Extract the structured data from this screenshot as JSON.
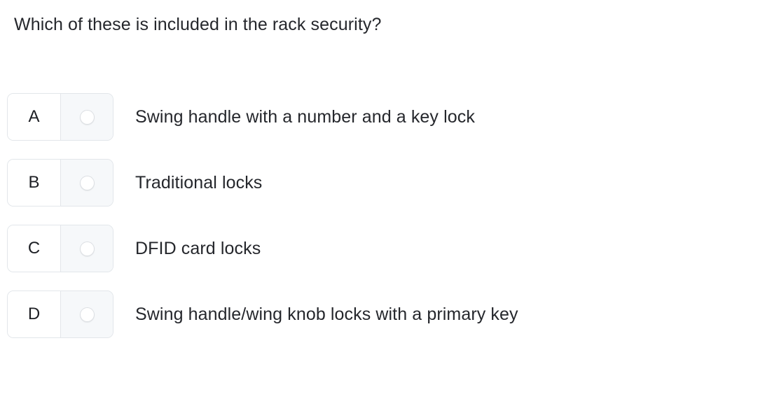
{
  "question": {
    "text": "Which of these is included in the rack security?"
  },
  "options": [
    {
      "letter": "A",
      "text": "Swing handle with a number and a key lock",
      "selected": false,
      "radio_icon": "radio-unchecked-icon"
    },
    {
      "letter": "B",
      "text": "Traditional locks",
      "selected": false,
      "radio_icon": "radio-unchecked-icon"
    },
    {
      "letter": "C",
      "text": "DFID card locks",
      "selected": false,
      "radio_icon": "radio-unchecked-icon"
    },
    {
      "letter": "D",
      "text": "Swing handle/wing knob locks with a primary key",
      "selected": false,
      "radio_icon": "radio-unchecked-icon"
    }
  ],
  "colors": {
    "background": "#ffffff",
    "text": "#25272c",
    "border": "#e2e6ea",
    "radio_cell_background": "#f6f8fa",
    "radio_border": "#dcdfe3"
  }
}
